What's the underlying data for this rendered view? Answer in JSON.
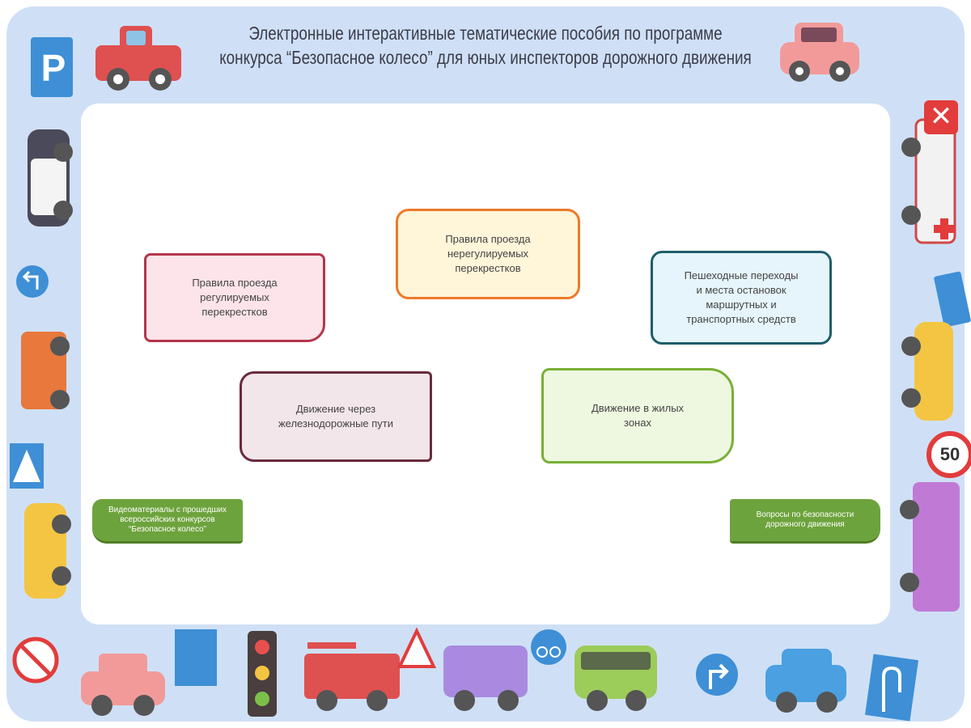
{
  "header": {
    "title_line1": "Электронные интерактивные тематические пособия по программе",
    "title_line2": "конкурса “Безопасное колесо” для юных инспекторов дорожного движения"
  },
  "close_button": {
    "icon": "close-icon",
    "label": "✕",
    "color": "#e23c3c"
  },
  "topics": [
    {
      "label": "Правила проезда регулируемых перекрестков"
    },
    {
      "label": "Правила проезда нерегулируемых перекрестков"
    },
    {
      "label": "Пешеходные переходы и места остановок маршрутных и транспортных средств"
    },
    {
      "label": "Движение через железнодорожные пути"
    },
    {
      "label": "Движение в жилых зонах"
    }
  ],
  "links": [
    {
      "label": "Видеоматериалы с прошедших всероссийских конкурсов “Безопасное колесо”"
    },
    {
      "label": "Вопросы по безопасности дорожного движения"
    }
  ],
  "signs": {
    "parking": "P",
    "speed_limit": "50"
  },
  "colors": {
    "frame": "#cfe0f6",
    "accent_green": "#6da33c",
    "close_red": "#e23c3c"
  }
}
